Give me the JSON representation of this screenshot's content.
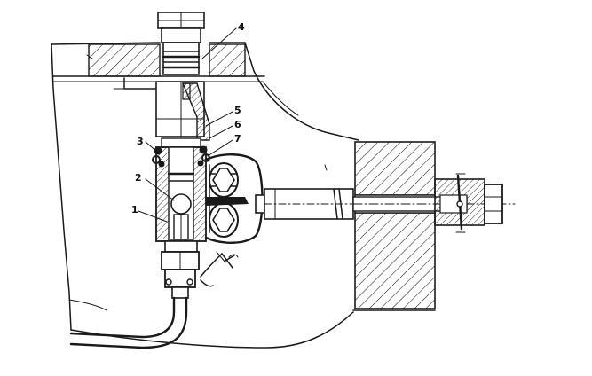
{
  "labels": [
    {
      "id": "4",
      "text": "4"
    },
    {
      "id": "5",
      "text": "5"
    },
    {
      "id": "6",
      "text": "6"
    },
    {
      "id": "7",
      "text": "7"
    },
    {
      "id": "3",
      "text": "3"
    },
    {
      "id": "2",
      "text": "2"
    },
    {
      "id": "1",
      "text": "1"
    }
  ],
  "colors": {
    "ink": "#1a1a1a",
    "paper": "#ffffff"
  }
}
